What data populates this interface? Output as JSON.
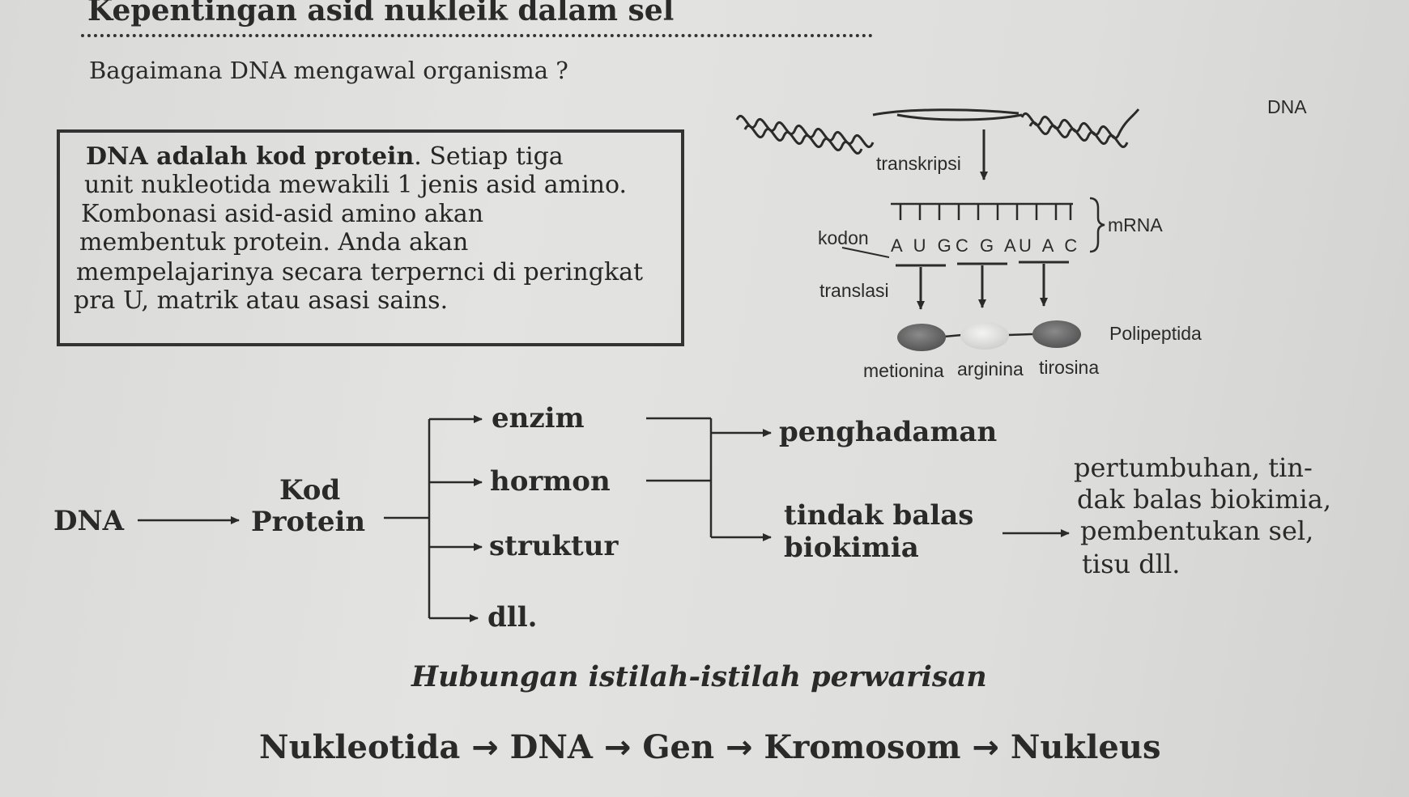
{
  "heading": "Kepentingan asid nukleik dalam sel",
  "question": "Bagaimana DNA mengawal organisma ?",
  "info_box": {
    "lead_bold": "DNA adalah kod protein",
    "line1_rest": ". Setiap tiga",
    "line2": "unit nukleotida mewakili 1 jenis asid amino.",
    "line3": "Kombonasi asid-asid amino akan",
    "line4": "membentuk protein. Anda akan",
    "line5": "mempelajarinya secara terpernci di peringkat",
    "line6": "pra U, matrik atau asasi sains."
  },
  "protein_synthesis_diagram": {
    "dna_label": "DNA",
    "transcription_label": "transkripsi",
    "codon_label": "kodon",
    "codons": [
      "A U G",
      "C G A",
      "U A C"
    ],
    "mrna_label": "mRNA",
    "translation_label": "translasi",
    "polypeptide_label": "Polipeptida",
    "amino_acids": [
      {
        "name": "metionina",
        "color": "#6f6f6f"
      },
      {
        "name": "arginina",
        "color": "#e2e2e0"
      },
      {
        "name": "tirosina",
        "color": "#6f6f6f"
      }
    ]
  },
  "flow_chart": {
    "dna": "DNA",
    "kod": "Kod",
    "protein": "Protein",
    "branches": [
      "enzim",
      "hormon",
      "struktur",
      "dll."
    ],
    "penghadaman": "penghadaman",
    "tindak_balas_line1": "tindak balas",
    "tindak_balas_line2": "biokimia",
    "result_lines": [
      "pertumbuhan, tin-",
      "dak balas biokimia,",
      "pembentukan sel,",
      "tisu dll."
    ]
  },
  "subtitle": "Hubungan istilah-istilah perwarisan",
  "hierarchy": [
    "Nukleotida",
    "DNA",
    "Gen",
    "Kromosom",
    "Nukleus"
  ],
  "hierarchy_arrow": "→"
}
